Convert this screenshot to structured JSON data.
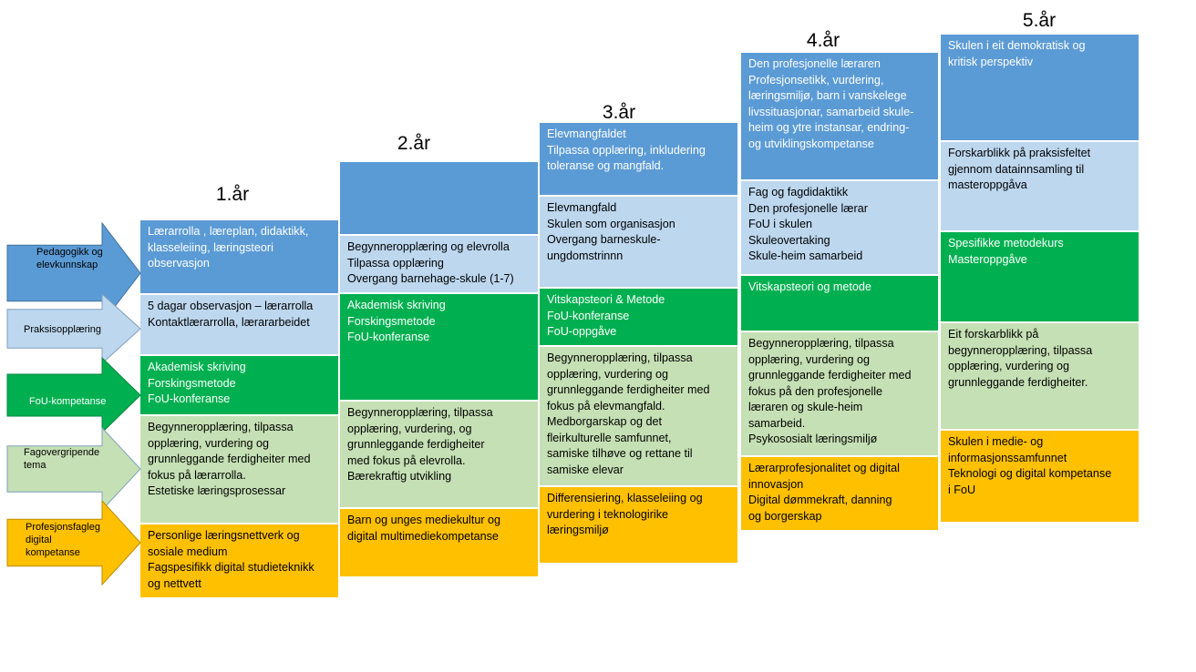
{
  "years": [
    "1.år",
    "2.år",
    "3.år",
    "4.år",
    "5.år"
  ],
  "arrows": [
    {
      "label": "Pedagogikk og\nelevkunnskap",
      "color": "#5b9bd5"
    },
    {
      "label": "Praksisopplæring",
      "color": "#bdd7ee"
    },
    {
      "label": "FoU-kompetanse",
      "color": "#00b050"
    },
    {
      "label": "Fagovergripende\ntema",
      "color": "#c5e0b4"
    },
    {
      "label": "Profesjonsfagleg\ndigital\nkompetanse",
      "color": "#ffc000"
    }
  ],
  "columns": [
    {
      "cells": [
        {
          "cls": "blue",
          "lines": [
            "Lærarrolla , læreplan, didaktikk,",
            "klasseleiing, læringsteori",
            "observasjon"
          ]
        },
        {
          "cls": "lblue",
          "lines": [
            "5 dagar observasjon – lærarrolla",
            "Kontaktlærarrolla, lærararbeidet"
          ]
        },
        {
          "cls": "green",
          "lines": [
            "Akademisk skriving",
            "Forskingsmetode",
            "FoU-konferanse"
          ]
        },
        {
          "cls": "lgreen",
          "lines": [
            "Begynneropplæring, tilpassa",
            "opplæring, vurdering og",
            "grunnleggande ferdigheiter med",
            "fokus på lærarrolla.",
            "Estetiske læringsprosessar"
          ]
        },
        {
          "cls": "gold",
          "lines": [
            "Personlige læringsnettverk og",
            "sosiale medium",
            "Fagspesifikk digital studieteknikk",
            "og nettvett"
          ]
        }
      ]
    },
    {
      "cells": [
        {
          "cls": "blue",
          "lines": []
        },
        {
          "cls": "lblue",
          "lines": [
            "Begynneropplæring og elevrolla",
            "Tilpassa opplæring",
            "Overgang barnehage-skule (1-7)"
          ]
        },
        {
          "cls": "green",
          "lines": [
            "Akademisk skriving",
            "Forskingsmetode",
            "FoU-konferanse"
          ]
        },
        {
          "cls": "lgreen",
          "lines": [
            "Begynneropplæring, tilpassa",
            "opplæring, vurdering, og",
            "grunnleggande ferdigheiter",
            "med fokus på elevrolla.",
            "Bærekraftig utvikling"
          ]
        },
        {
          "cls": "gold",
          "lines": [
            "Barn og unges mediekultur og",
            "digital multimediekompetanse"
          ]
        }
      ]
    },
    {
      "cells": [
        {
          "cls": "blue",
          "lines": [
            "Elevmangfaldet",
            "Tilpassa opplæring, inkludering",
            "toleranse og mangfald."
          ]
        },
        {
          "cls": "lblue",
          "lines": [
            "Elevmangfald",
            "Skulen som organisasjon",
            "Overgang barneskule-",
            "ungdomstrinnn"
          ]
        },
        {
          "cls": "green",
          "lines": [
            "Vitskapsteori & Metode",
            "FoU-konferanse",
            "FoU-oppgåve"
          ]
        },
        {
          "cls": "lgreen",
          "lines": [
            "Begynneropplæring, tilpassa",
            "opplæring, vurdering og",
            "grunnleggande ferdigheiter med",
            "fokus på elevmangfald.",
            "Medborgarskap og det",
            "fleirkulturelle samfunnet,",
            "samiske tilhøve og rettane til",
            "samiske elevar"
          ]
        },
        {
          "cls": "gold",
          "lines": [
            "Differensiering, klasseleiing og",
            "vurdering i teknologirike",
            "læringsmiljø"
          ]
        }
      ]
    },
    {
      "cells": [
        {
          "cls": "blue",
          "lines": [
            "Den profesjonelle læraren",
            "Profesjonsetikk, vurdering,",
            "læringsmiljø, barn i vanskelege",
            "livssituasjonar, samarbeid skule-",
            "heim og ytre instansar, endring-",
            "og utviklingskompetanse"
          ]
        },
        {
          "cls": "lblue",
          "lines": [
            "Fag og fagdidaktikk",
            "Den profesjonelle lærar",
            "FoU i skulen",
            "Skuleovertaking",
            "Skule-heim samarbeid"
          ]
        },
        {
          "cls": "green",
          "lines": [
            "Vitskapsteori og metode"
          ]
        },
        {
          "cls": "lgreen",
          "lines": [
            "Begynneropplæring, tilpassa",
            "opplæring, vurdering og",
            "grunnleggande ferdigheiter med",
            "fokus på den profesjonelle",
            "læraren og skule-heim",
            "samarbeid.",
            "Psykososialt læringsmiljø"
          ]
        },
        {
          "cls": "gold",
          "lines": [
            "Lærarprofesjonalitet og digital",
            "innovasjon",
            "Digital dømmekraft, danning",
            "og borgerskap"
          ]
        }
      ]
    },
    {
      "cells": [
        {
          "cls": "blue",
          "lines": [
            "Skulen i eit demokratisk og",
            "kritisk perspektiv"
          ]
        },
        {
          "cls": "lblue",
          "lines": [
            "Forskarblikk på praksisfeltet",
            "gjennom datainnsamling til",
            "masteroppgåva"
          ]
        },
        {
          "cls": "green",
          "lines": [
            "Spesifikke metodekurs",
            "Masteroppgåve"
          ]
        },
        {
          "cls": "lgreen",
          "lines": [
            "Eit forskarblikk på",
            "begynneropplæring, tilpassa",
            "opplæring, vurdering og",
            "grunnleggande ferdigheiter."
          ]
        },
        {
          "cls": "gold",
          "lines": [
            "Skulen i medie- og",
            "informasjonssamfunnet",
            "Teknologi og digital kompetanse",
            "i FoU"
          ]
        }
      ]
    }
  ]
}
